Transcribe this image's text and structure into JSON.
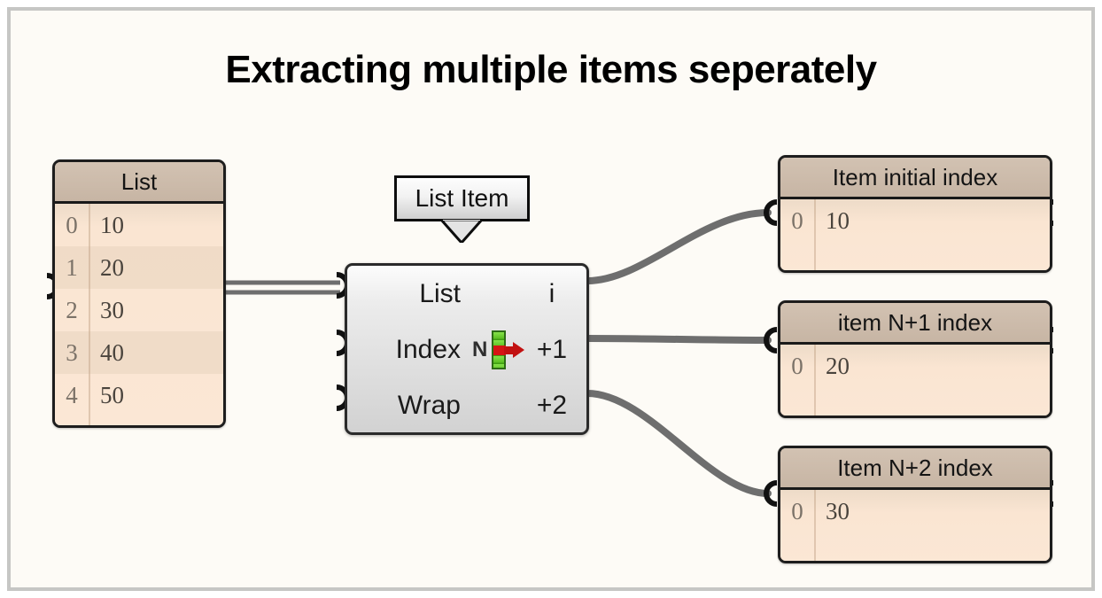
{
  "title": "Extracting multiple items seperately",
  "canvas": {
    "background_color": "#fdfbf6",
    "frame_color": "#c6c6c4"
  },
  "palette": {
    "panel_header": "#c7b5a4",
    "panel_body": "#fae3cc",
    "node_body": "#dcdcdc",
    "wire": "#6e6e6e",
    "border": "#1d1d1d",
    "icon_green": "#5cbf22",
    "icon_red": "#d61414"
  },
  "list_panel": {
    "name": "list-panel",
    "header": "List",
    "rows": [
      {
        "index": "0",
        "value": "10"
      },
      {
        "index": "1",
        "value": "20"
      },
      {
        "index": "2",
        "value": "30"
      },
      {
        "index": "3",
        "value": "40"
      },
      {
        "index": "4",
        "value": "50"
      }
    ]
  },
  "component": {
    "tooltip": "List Item",
    "icon": "list-item-icon",
    "icon_letter": "N",
    "inputs": [
      {
        "label": "List",
        "name": "input-list"
      },
      {
        "label": "Index",
        "name": "input-index"
      },
      {
        "label": "Wrap",
        "name": "input-wrap"
      }
    ],
    "outputs": [
      {
        "label": "i",
        "name": "output-i"
      },
      {
        "label": "+1",
        "name": "output-plus-1"
      },
      {
        "label": "+2",
        "name": "output-plus-2"
      }
    ]
  },
  "output_panels": [
    {
      "name": "item-initial-index",
      "header": "Item initial index",
      "rows": [
        {
          "index": "0",
          "value": "10"
        }
      ]
    },
    {
      "name": "item-n-plus-1-index",
      "header": "item N+1 index",
      "rows": [
        {
          "index": "0",
          "value": "20"
        }
      ]
    },
    {
      "name": "item-n-plus-2-index",
      "header": "Item N+2 index",
      "rows": [
        {
          "index": "0",
          "value": "30"
        }
      ]
    }
  ]
}
